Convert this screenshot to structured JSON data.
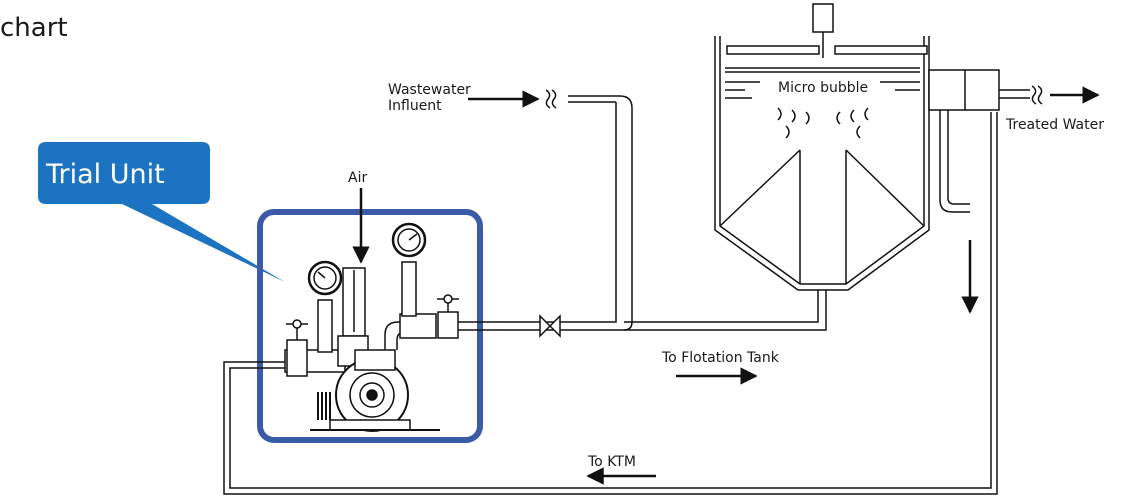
{
  "heading": "chart",
  "callout": {
    "label": "Trial Unit",
    "color": "#1c73c1"
  },
  "trial_unit_border_color": "#3b5aa8",
  "labels": {
    "air": "Air",
    "wastewater_line1": "Wastewater",
    "wastewater_line2": "Influent",
    "micro_bubble": "Micro bubble",
    "treated_water": "Treated Water",
    "to_flotation_tank": "To Flotation Tank",
    "to_ktm": "To KTM"
  }
}
